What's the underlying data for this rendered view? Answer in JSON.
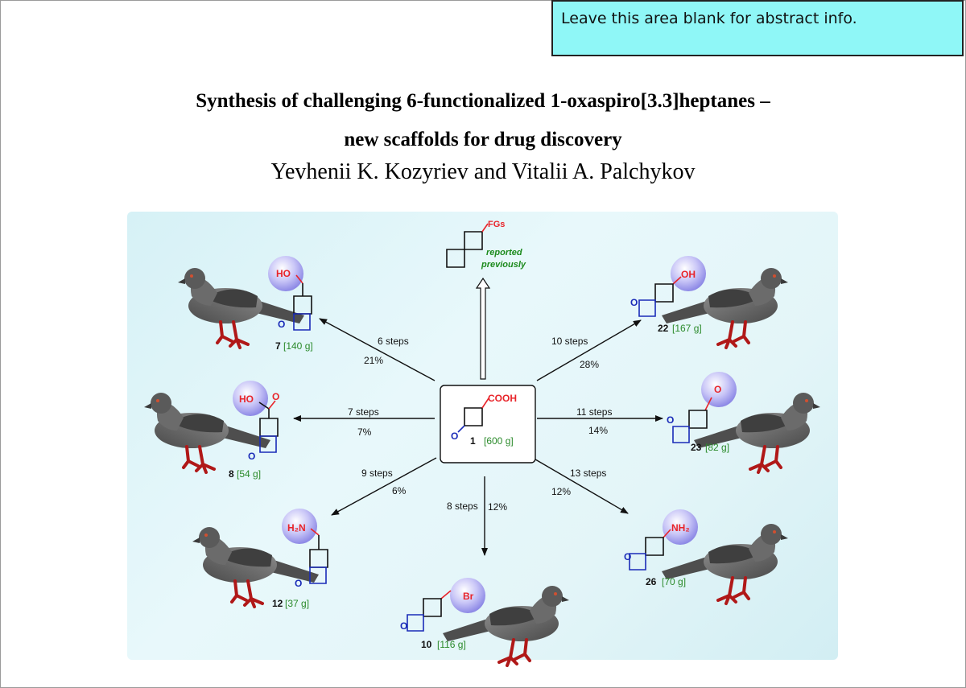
{
  "abstract_note": "Leave this area blank for abstract info.",
  "title_line1": "Synthesis of challenging 6-functionalized 1-oxaspiro[3.3]heptanes –",
  "title_line2": "new scaffolds for drug discovery",
  "authors": "Yevhenii K. Kozyriev and Vitalii A. Palchykov",
  "top": {
    "group": "FGs",
    "note_line1": "reported",
    "note_line2": "previously"
  },
  "center": {
    "group": "COOH",
    "oxo": "O",
    "num": "1",
    "amount": "[600 g]"
  },
  "routes": {
    "r7": {
      "steps": "6 steps",
      "yield": "21%"
    },
    "r8": {
      "steps": "7 steps",
      "yield": "7%"
    },
    "r12": {
      "steps": "9 steps",
      "yield": "6%"
    },
    "r10": {
      "steps": "8 steps",
      "yield": "12%"
    },
    "r22": {
      "steps": "10 steps",
      "yield": "28%"
    },
    "r23": {
      "steps": "11 steps",
      "yield": "14%"
    },
    "r26": {
      "steps": "13 steps",
      "yield": "12%"
    }
  },
  "products": {
    "p7": {
      "num": "7",
      "amount": "[140 g]",
      "group": "HO"
    },
    "p8": {
      "num": "8",
      "amount": "[54 g]",
      "group": "HO",
      "oxo": "O"
    },
    "p12": {
      "num": "12",
      "amount": "[37 g]",
      "group": "H₂N"
    },
    "p10": {
      "num": "10",
      "amount": "[116 g]",
      "group": "Br"
    },
    "p22": {
      "num": "22",
      "amount": "[167 g]",
      "group": "OH"
    },
    "p23": {
      "num": "23",
      "amount": "[82 g]",
      "group": "O"
    },
    "p26": {
      "num": "26",
      "amount": "[70 g]",
      "group": "NH₂"
    }
  },
  "ring_oxygen": "O",
  "colors": {
    "accent_red": "#e8242a",
    "ring_blue": "#1a2bb8",
    "amount_green": "#2a8a2a",
    "note_green": "#1c8a1c",
    "abstract_bg": "#8ff7f7"
  }
}
